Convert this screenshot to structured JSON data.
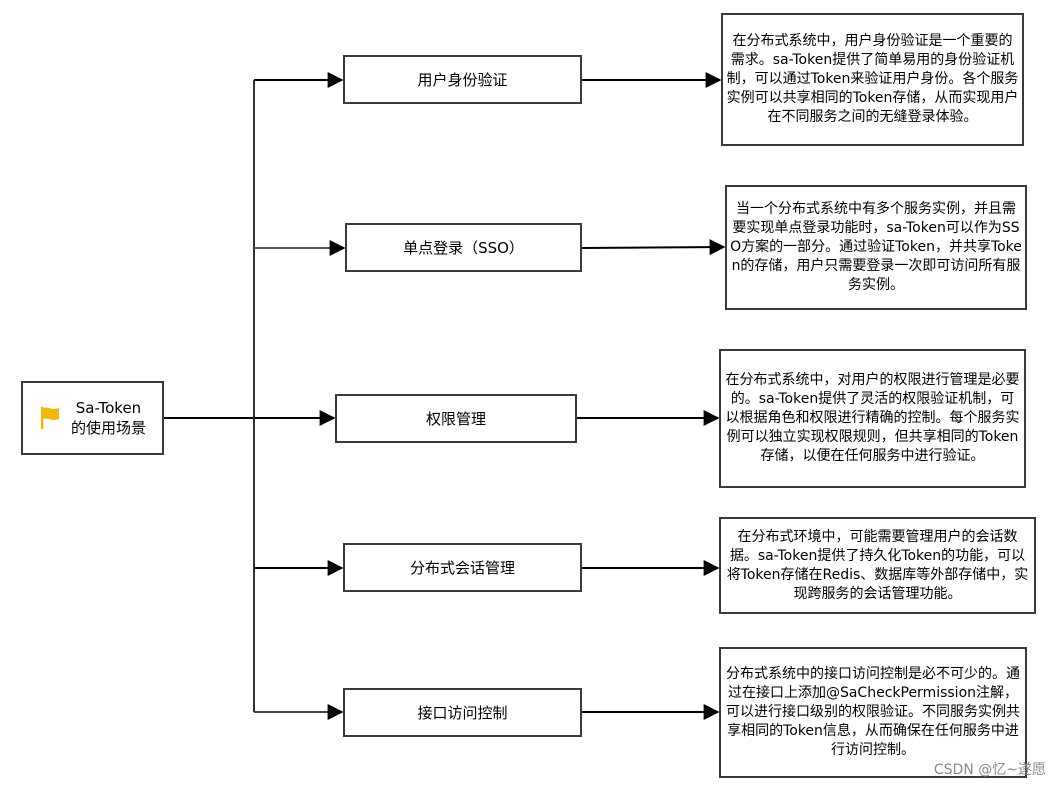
{
  "root": {
    "icon": "flag-icon",
    "line1": "Sa-Token",
    "line2": "的使用场景",
    "accent": "#f5b800"
  },
  "scenarios": [
    {
      "title": "用户身份验证",
      "description": "在分布式系统中，用户身份验证是一个重要的需求。sa-Token提供了简单易用的身份验证机制，可以通过Token来验证用户身份。各个服务实例可以共享相同的Token存储，从而实现用户在不同服务之间的无缝登录体验。"
    },
    {
      "title": "单点登录（SSO）",
      "description": "当一个分布式系统中有多个服务实例，并且需要实现单点登录功能时，sa-Token可以作为SSO方案的一部分。通过验证Token，并共享Token的存储，用户只需要登录一次即可访问所有服务实例。"
    },
    {
      "title": "权限管理",
      "description": "在分布式系统中，对用户的权限进行管理是必要的。sa-Token提供了灵活的权限验证机制，可以根据角色和权限进行精确的控制。每个服务实例可以独立实现权限规则，但共享相同的Token存储，以便在任何服务中进行验证。"
    },
    {
      "title": "分布式会话管理",
      "description": "在分布式环境中，可能需要管理用户的会话数据。sa-Token提供了持久化Token的功能，可以将Token存储在Redis、数据库等外部存储中，实现跨服务的会话管理功能。"
    },
    {
      "title": "接口访问控制",
      "description": "分布式系统中的接口访问控制是必不可少的。通过在接口上添加@SaCheckPermission注解，可以进行接口级别的权限验证。不同服务实例共享相同的Token信息，从而确保在任何服务中进行访问控制。"
    }
  ],
  "watermark": "CSDN @忆~遂愿"
}
